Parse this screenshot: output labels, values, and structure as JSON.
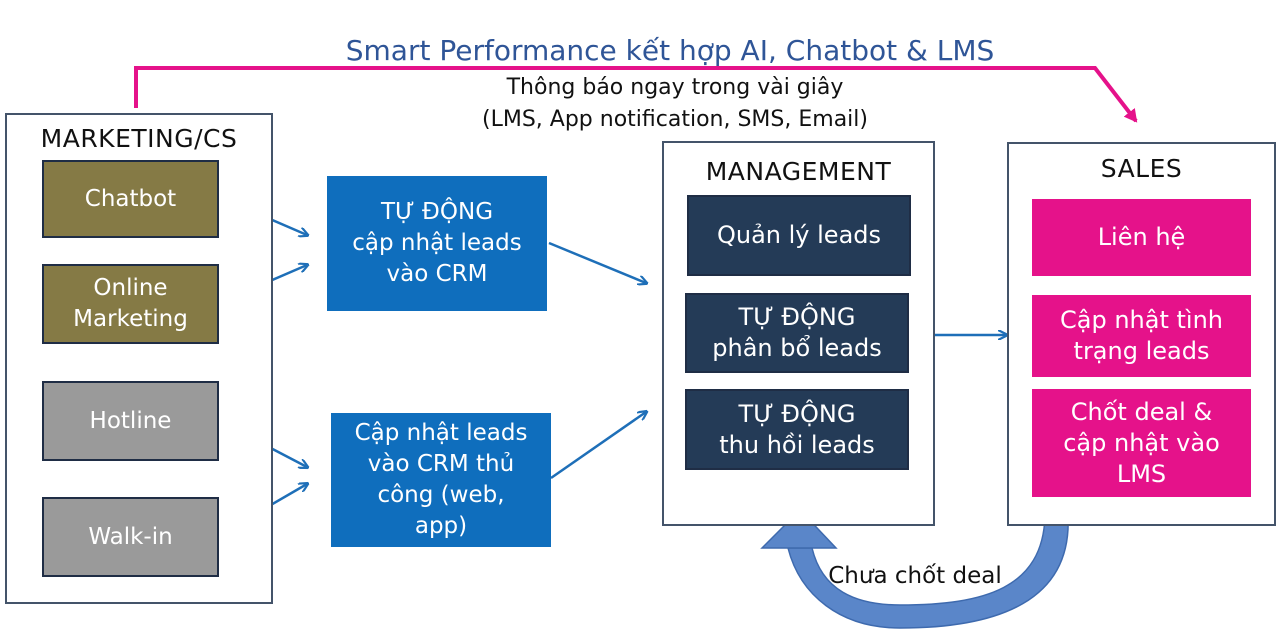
{
  "header": {
    "title": "Smart Performance kết hợp AI, Chatbot & LMS",
    "notice_line1": "Thông báo ngay trong vài giây",
    "notice_line2": "(LMS, App notification, SMS, Email)"
  },
  "marketing": {
    "title": "MARKETING/CS",
    "chatbot": "Chatbot",
    "online_marketing": "Online\nMarketing",
    "hotline": "Hotline",
    "walk_in": "Walk-in"
  },
  "process": {
    "auto_update": "TỰ ĐỘNG\ncập nhật leads\nvào CRM",
    "manual_update": "Cập nhật leads\nvào CRM thủ\ncông (web,\napp)"
  },
  "management": {
    "title": "MANAGEMENT",
    "manage_leads": "Quản lý leads",
    "auto_assign": "TỰ ĐỘNG\nphân bổ leads",
    "auto_recall": "TỰ ĐỘNG\nthu hồi leads"
  },
  "sales": {
    "title": "SALES",
    "contact": "Liên hệ",
    "update_status": "Cập nhật tình\ntrạng leads",
    "close_deal": "Chốt deal &\ncập nhật vào\nLMS"
  },
  "loop": {
    "label": "Chưa chốt deal"
  },
  "colors": {
    "title_blue": "#2F5597",
    "pink": "#E5128A",
    "arrow_blue": "#1E6FB8",
    "olive": "#857A45",
    "gray": "#9A9A9A",
    "process_blue": "#0F6EBD",
    "navy": "#243B57",
    "loop_arrow": "#5A86C9"
  }
}
